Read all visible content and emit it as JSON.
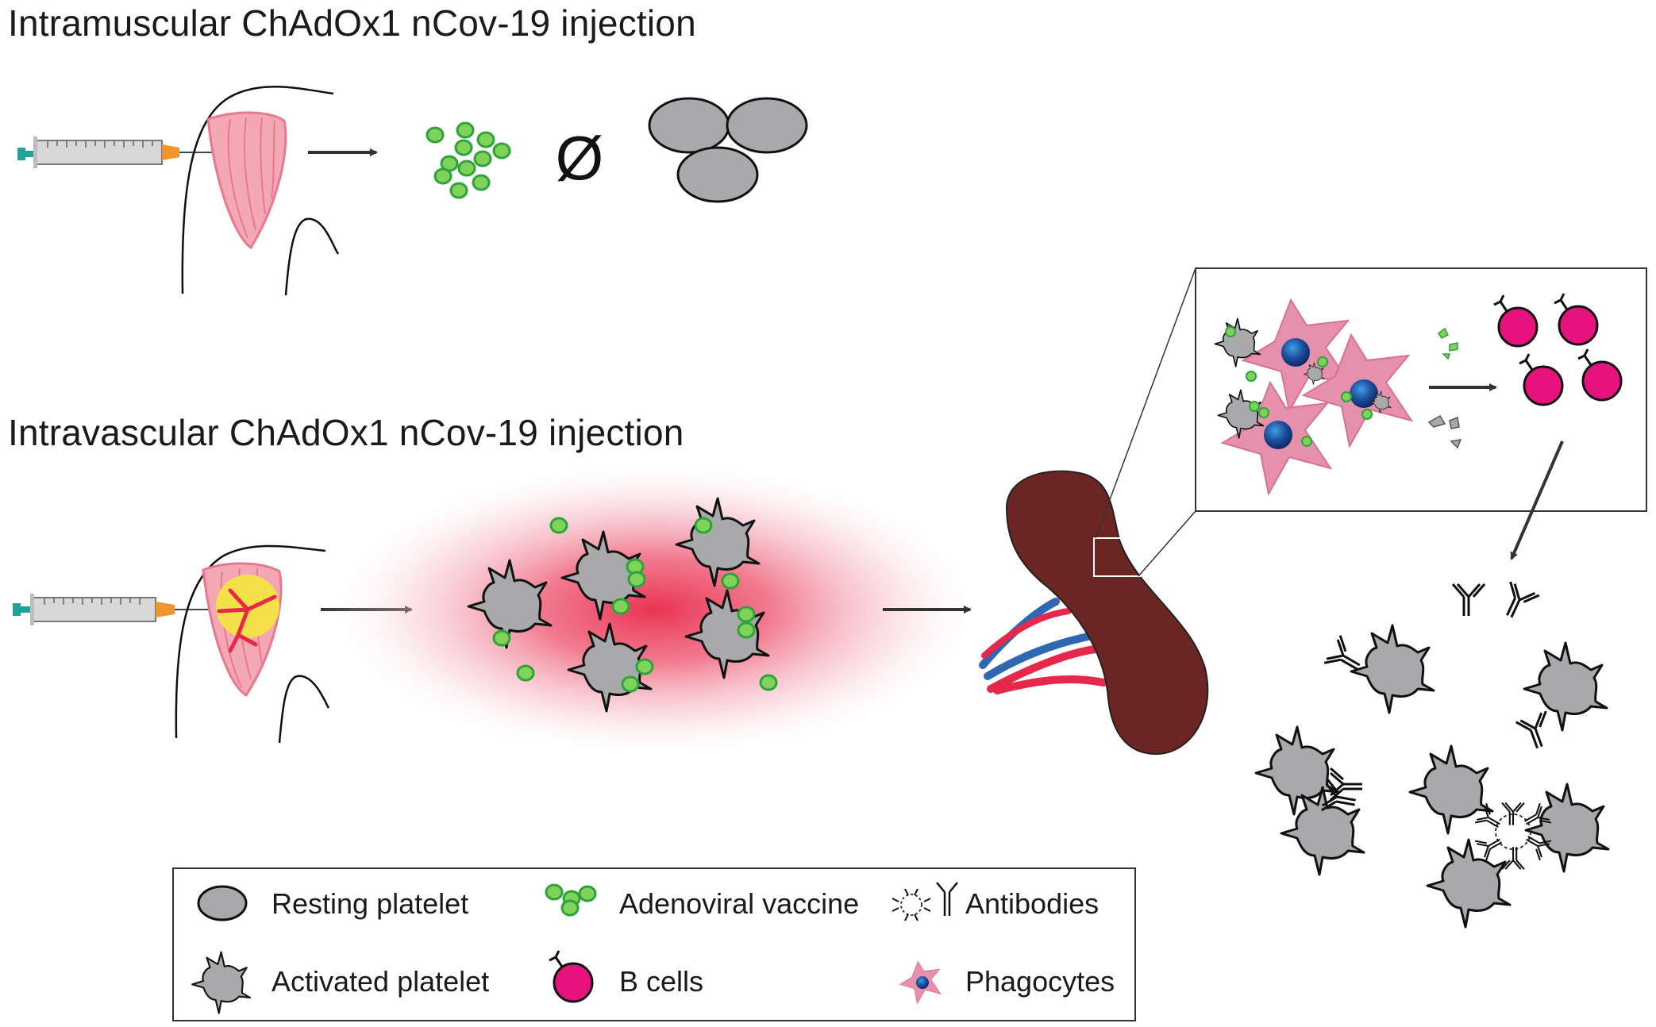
{
  "titles": {
    "intramuscular": "Intramuscular ChAdOx1 nCov-19 injection",
    "intravascular": "Intravascular ChAdOx1 nCov-19 injection"
  },
  "symbols": {
    "no_effect": "Ø"
  },
  "legend": {
    "resting_platelet": "Resting platelet",
    "adenoviral_vaccine": "Adenoviral vaccine",
    "antibodies": "Antibodies",
    "activated_platelet": "Activated platelet",
    "b_cells": "B cells",
    "phagocytes": "Phagocytes"
  },
  "colors": {
    "platelet_fill": "#a9a9ab",
    "vaccine_fill": "#7fd35a",
    "vaccine_stroke": "#2ea339",
    "bcell_fill": "#e6137f",
    "phagocyte_fill": "#e690ae",
    "nucleus_fill": "#1e4f9e",
    "muscle_fill": "#f4a8b3",
    "spleen_fill": "#6b2522",
    "blood_red": "#e8284a",
    "blood_blue": "#2e67b2",
    "inflammation": "#ea3d5c",
    "needle_hub": "#f0962e",
    "plunger": "#21a39b"
  },
  "icons": [
    "syringe-icon",
    "shoulder-muscle-icon",
    "spleen-icon",
    "b-cell-icon",
    "phagocyte-icon",
    "antibody-icon",
    "platelet-icon",
    "vaccine-particle-icon",
    "arrow-icon"
  ]
}
